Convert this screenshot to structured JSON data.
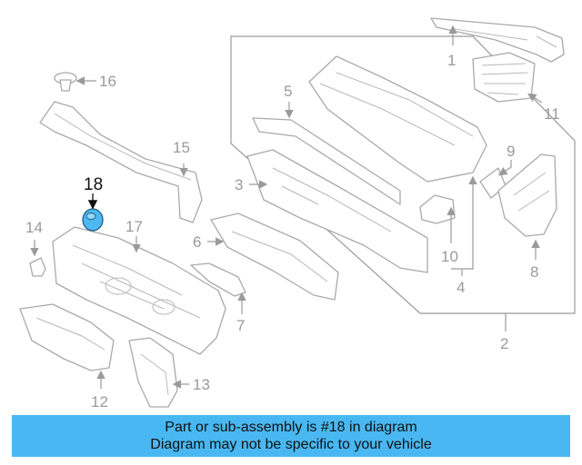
{
  "callouts": {
    "c1": "1",
    "c2": "2",
    "c3": "3",
    "c4": "4",
    "c5": "5",
    "c6": "6",
    "c7": "7",
    "c8": "8",
    "c9": "9",
    "c10": "10",
    "c11": "11",
    "c12": "12",
    "c13": "13",
    "c14": "14",
    "c15": "15",
    "c16": "16",
    "c17": "17",
    "c18": "18"
  },
  "highlight": {
    "part_number": "18",
    "color": "#4fb8f0"
  },
  "banner": {
    "line1": "Part or sub-assembly is #18 in diagram",
    "line2": "Diagram may not be specific to your vehicle",
    "background": "#49b8f2"
  }
}
